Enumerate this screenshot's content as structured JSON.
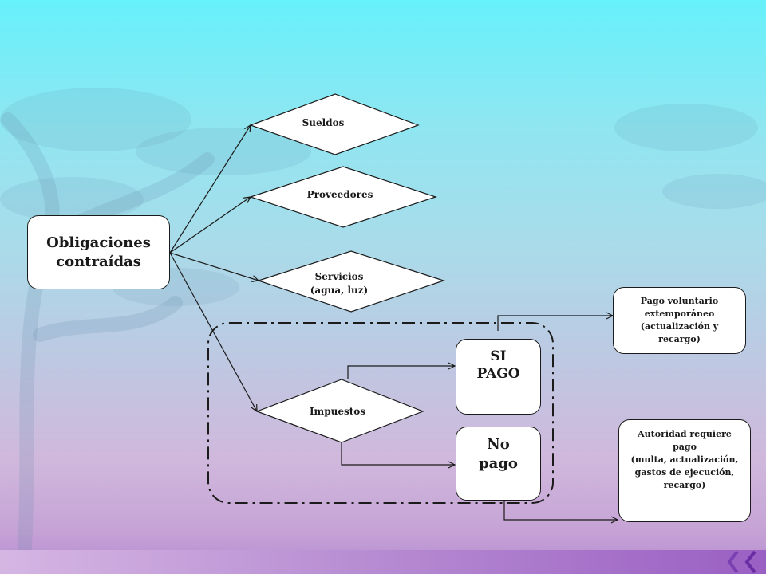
{
  "diagram": {
    "root": {
      "lines": [
        "Obligaciones",
        "contraídas"
      ]
    },
    "branches": [
      {
        "id": "sueldos",
        "lines": [
          "Sueldos"
        ]
      },
      {
        "id": "proveedores",
        "lines": [
          "Proveedores"
        ]
      },
      {
        "id": "servicios",
        "lines": [
          "Servicios",
          "(agua, luz)"
        ]
      },
      {
        "id": "impuestos",
        "lines": [
          "Impuestos"
        ]
      }
    ],
    "outcomes": {
      "si_pago": {
        "lines": [
          "SI",
          "PAGO"
        ]
      },
      "no_pago": {
        "lines": [
          "No",
          "pago"
        ]
      }
    },
    "results": {
      "voluntario": {
        "lines": [
          "Pago voluntario",
          "extemporáneo",
          "(actualización y",
          "recargo)"
        ]
      },
      "autoridad": {
        "lines": [
          "Autoridad requiere",
          "pago",
          "(multa, actualización,",
          "gastos de ejecución,",
          "recargo)"
        ]
      }
    }
  },
  "colors": {
    "background_top": "#66f1fb",
    "background_bottom": "#b58ad0",
    "bar": "#9a5fc3",
    "node_fill": "#ffffff",
    "stroke": "#1b1b1b"
  }
}
